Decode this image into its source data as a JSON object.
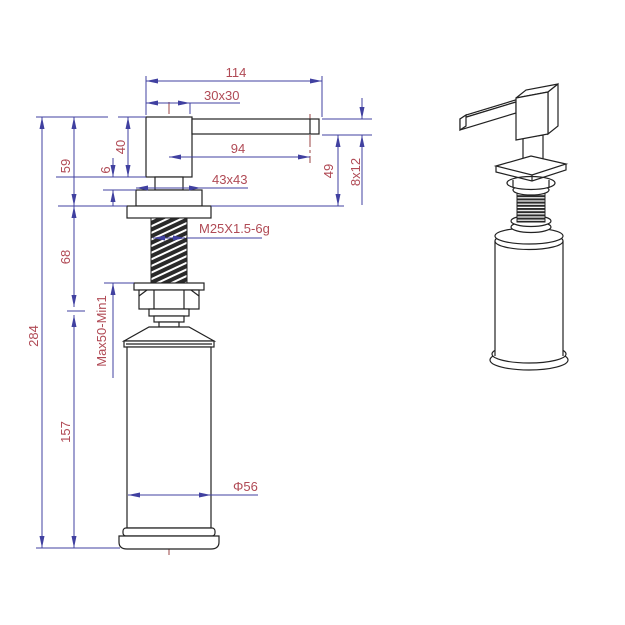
{
  "dims": {
    "width_top": "114",
    "head_section": "30x30",
    "head_height": "40",
    "spout_reach": "94",
    "neck_height": "6",
    "above_counter": "59",
    "flange_section": "43x43",
    "spout_clearance": "49",
    "spout_tip_section": "8x12",
    "thread_length": "68",
    "thread_spec": "M25X1.5-6g",
    "clamp_range": "Max50-Min1",
    "total_height": "284",
    "bottle_height": "157",
    "bottle_diameter": "Φ56"
  },
  "colors": {
    "dimension_line": "#4040a0",
    "dimension_text": "#b04a55",
    "drawing_line": "#222222",
    "centerline": "#9b4444"
  }
}
